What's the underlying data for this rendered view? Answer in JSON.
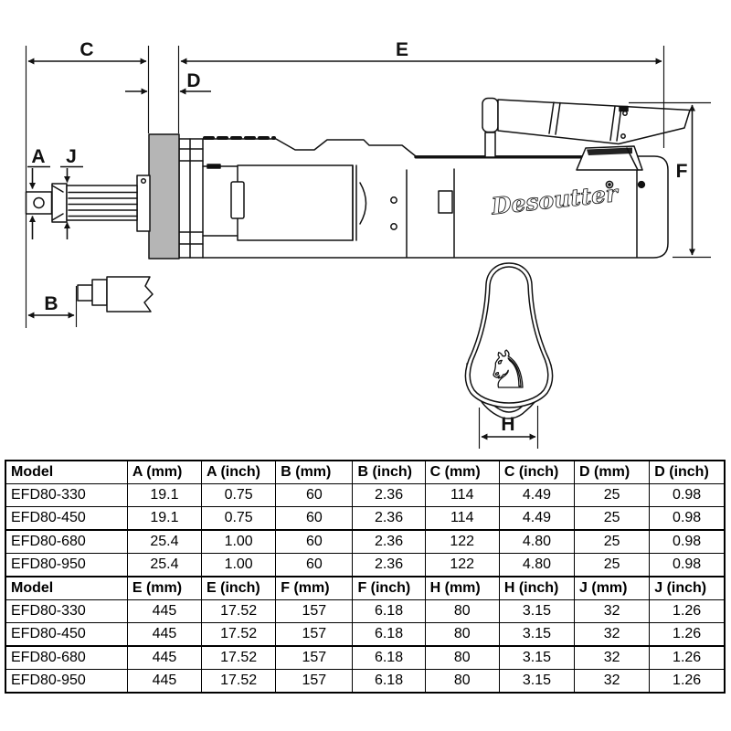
{
  "drawing": {
    "dimension_labels": {
      "A": "A",
      "B": "B",
      "C": "C",
      "D": "D",
      "E": "E",
      "F": "F",
      "H": "H",
      "J": "J"
    },
    "brand_script": "Desoutter",
    "logo_glyph": "♞",
    "colors": {
      "line": "#111111",
      "flange_gray": "#b5b5b5",
      "dark_fill": "#222222"
    }
  },
  "table": {
    "sections": [
      {
        "headers": [
          "Model",
          "A (mm)",
          "A (inch)",
          "B (mm)",
          "B (inch)",
          "C (mm)",
          "C (inch)",
          "D (mm)",
          "D (inch)"
        ],
        "rows": [
          [
            "EFD80-330",
            "19.1",
            "0.75",
            "60",
            "2.36",
            "114",
            "4.49",
            "25",
            "0.98"
          ],
          [
            "EFD80-450",
            "19.1",
            "0.75",
            "60",
            "2.36",
            "114",
            "4.49",
            "25",
            "0.98"
          ],
          [
            "EFD80-680",
            "25.4",
            "1.00",
            "60",
            "2.36",
            "122",
            "4.80",
            "25",
            "0.98"
          ],
          [
            "EFD80-950",
            "25.4",
            "1.00",
            "60",
            "2.36",
            "122",
            "4.80",
            "25",
            "0.98"
          ]
        ]
      },
      {
        "headers": [
          "Model",
          "E (mm)",
          "E (inch)",
          "F (mm)",
          "F (inch)",
          "H (mm)",
          "H (inch)",
          "J (mm)",
          "J (inch)"
        ],
        "rows": [
          [
            "EFD80-330",
            "445",
            "17.52",
            "157",
            "6.18",
            "80",
            "3.15",
            "32",
            "1.26"
          ],
          [
            "EFD80-450",
            "445",
            "17.52",
            "157",
            "6.18",
            "80",
            "3.15",
            "32",
            "1.26"
          ],
          [
            "EFD80-680",
            "445",
            "17.52",
            "157",
            "6.18",
            "80",
            "3.15",
            "32",
            "1.26"
          ],
          [
            "EFD80-950",
            "445",
            "17.52",
            "157",
            "6.18",
            "80",
            "3.15",
            "32",
            "1.26"
          ]
        ]
      }
    ]
  }
}
